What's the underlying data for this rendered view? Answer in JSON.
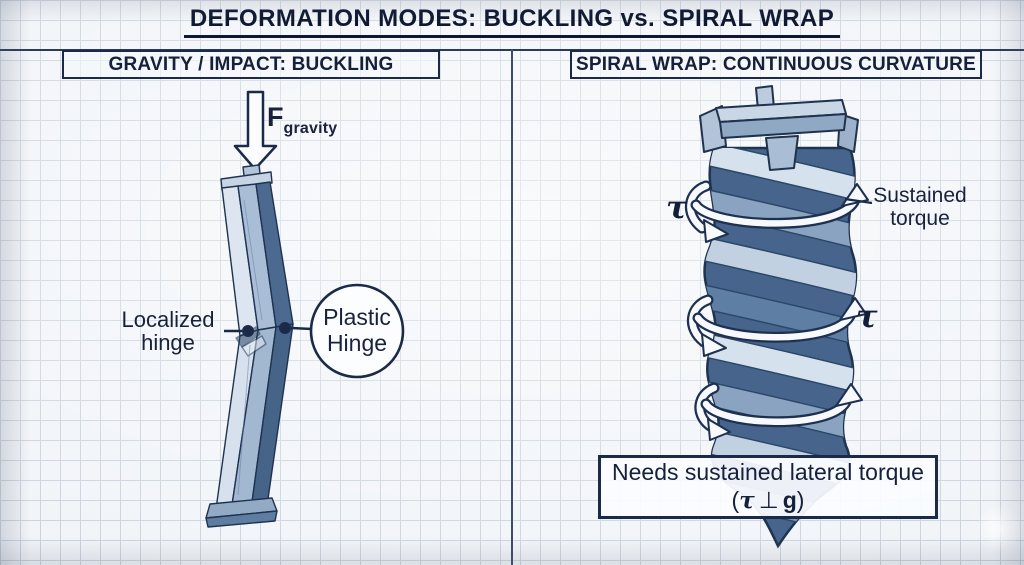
{
  "title": "DEFORMATION MODES: BUCKLING vs. SPIRAL WRAP",
  "left_panel": {
    "header": "GRAVITY / IMPACT: BUCKLING",
    "force_symbol": "F",
    "force_subscript": "gravity",
    "localized_hinge_line1": "Localized",
    "localized_hinge_line2": "hinge",
    "plastic_hinge_line1": "Plastic",
    "plastic_hinge_line2": "Hinge"
  },
  "right_panel": {
    "header": "SPIRAL WRAP: CONTINUOUS CURVATURE",
    "tau_upper": "τ",
    "tau_mid": "τ",
    "sustained_line1": "Sustained",
    "sustained_line2": "torque",
    "note_line1": "Needs sustained lateral torque",
    "note_open": "(",
    "note_tau": "τ",
    "note_perp": "⊥",
    "note_g": "g",
    "note_close": ")"
  },
  "colors": {
    "ink": "#16223c",
    "paper": "#f1f4f8",
    "grid": "#c8d2de",
    "steel_light": "#dde6f0",
    "steel_mid": "#a9bed6",
    "steel_dark": "#4c6a90"
  }
}
